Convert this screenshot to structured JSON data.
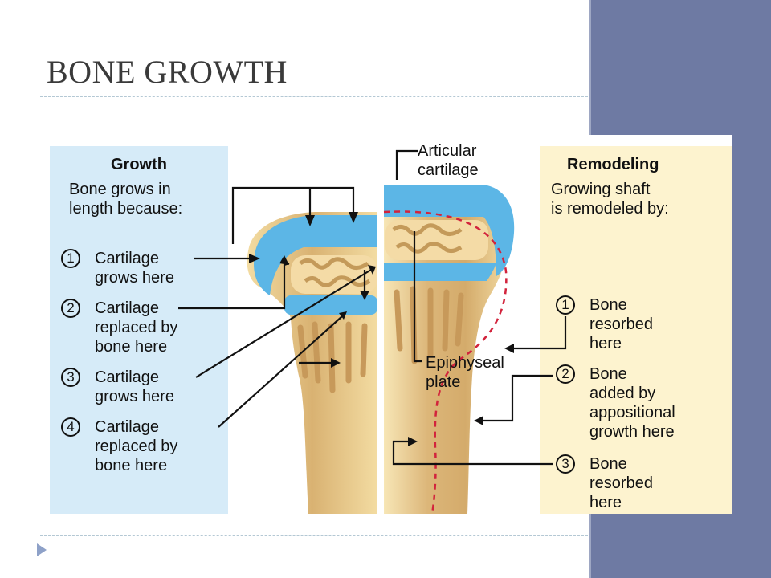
{
  "title": "BONE GROWTH",
  "growth": {
    "heading": "Growth",
    "intro": [
      "Bone grows in",
      "length because:"
    ],
    "items": [
      {
        "num": "1",
        "lines": [
          "Cartilage",
          "grows here"
        ]
      },
      {
        "num": "2",
        "lines": [
          "Cartilage",
          "replaced by",
          "bone here"
        ]
      },
      {
        "num": "3",
        "lines": [
          "Cartilage",
          "grows here"
        ]
      },
      {
        "num": "4",
        "lines": [
          "Cartilage",
          "replaced by",
          "bone here"
        ]
      }
    ]
  },
  "remodeling": {
    "heading": "Remodeling",
    "intro": [
      "Growing shaft",
      "is remodeled by:"
    ],
    "items": [
      {
        "num": "1",
        "lines": [
          "Bone",
          "resorbed",
          "here"
        ]
      },
      {
        "num": "2",
        "lines": [
          "Bone",
          "added by",
          "appositional",
          "growth here"
        ]
      },
      {
        "num": "3",
        "lines": [
          "Bone",
          "resorbed",
          "here"
        ]
      }
    ]
  },
  "labels": {
    "articular": [
      "Articular",
      "cartilage"
    ],
    "epiphyseal": [
      "Epiphyseal",
      "plate"
    ]
  },
  "colors": {
    "sidebar": "#6e7aa3",
    "growth_panel": "#d6ebf8",
    "remodel_panel": "#fdf3cf",
    "cartilage": "#5cb6e6",
    "bone": "#e8c888",
    "dashed_line": "#d2233c"
  }
}
